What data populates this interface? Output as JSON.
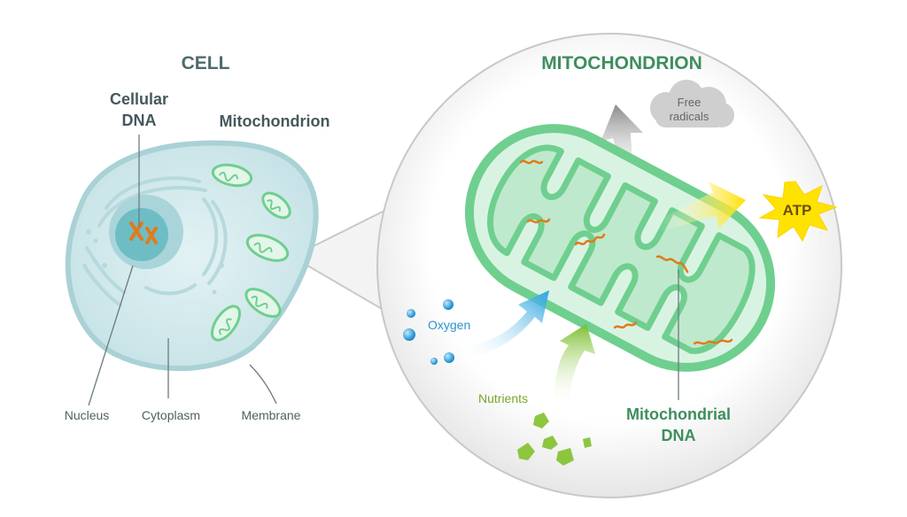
{
  "cell": {
    "title": "CELL",
    "labels": {
      "cellular_dna_line1": "Cellular",
      "cellular_dna_line2": "DNA",
      "mitochondrion": "Mitochondrion",
      "nucleus": "Nucleus",
      "cytoplasm": "Cytoplasm",
      "membrane": "Membrane"
    }
  },
  "mitochondrion_view": {
    "title": "MITOCHONDRION",
    "labels": {
      "free_radicals_line1": "Free",
      "free_radicals_line2": "radicals",
      "atp": "ATP",
      "oxygen": "Oxygen",
      "nutrients": "Nutrients",
      "mito_dna_line1": "Mitochondrial",
      "mito_dna_line2": "DNA"
    }
  },
  "colors": {
    "cell_title": "#4f6a6c",
    "mito_title": "#3e8e5e",
    "cell_fill": "#cde6ea",
    "cell_stroke": "#9cc9cf",
    "nucleus_fill": "#7fc2c8",
    "dna_orange": "#e07b1a",
    "mito_green": "#6fcf8f",
    "mito_fill": "#d9f3e2",
    "oxygen_blue": "#2aa2dc",
    "nutrient_green": "#8cc63f",
    "atp_yellow": "#ffe300",
    "cloud_grey": "#c9c9c9"
  }
}
